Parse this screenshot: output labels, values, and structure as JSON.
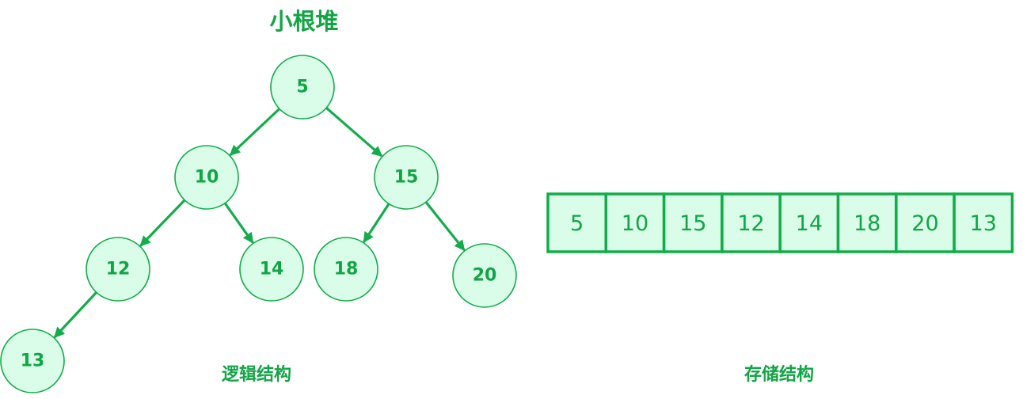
{
  "title": "小根堆",
  "logical_label": "逻辑结构",
  "storage_label": "存储结构",
  "colors": {
    "accent": "#12ad4a",
    "text": "#12a546",
    "fill": "#d9fde8"
  },
  "tree": {
    "nodes": [
      {
        "id": "n5",
        "value": "5"
      },
      {
        "id": "n10",
        "value": "10"
      },
      {
        "id": "n15",
        "value": "15"
      },
      {
        "id": "n12",
        "value": "12"
      },
      {
        "id": "n14",
        "value": "14"
      },
      {
        "id": "n18",
        "value": "18"
      },
      {
        "id": "n20",
        "value": "20"
      },
      {
        "id": "n13",
        "value": "13"
      }
    ],
    "edges": [
      {
        "from": "n5",
        "to": "n10"
      },
      {
        "from": "n5",
        "to": "n15"
      },
      {
        "from": "n10",
        "to": "n12"
      },
      {
        "from": "n10",
        "to": "n14"
      },
      {
        "from": "n15",
        "to": "n18"
      },
      {
        "from": "n15",
        "to": "n20"
      },
      {
        "from": "n12",
        "to": "n13"
      }
    ]
  },
  "array": [
    "5",
    "10",
    "15",
    "12",
    "14",
    "18",
    "20",
    "13"
  ]
}
